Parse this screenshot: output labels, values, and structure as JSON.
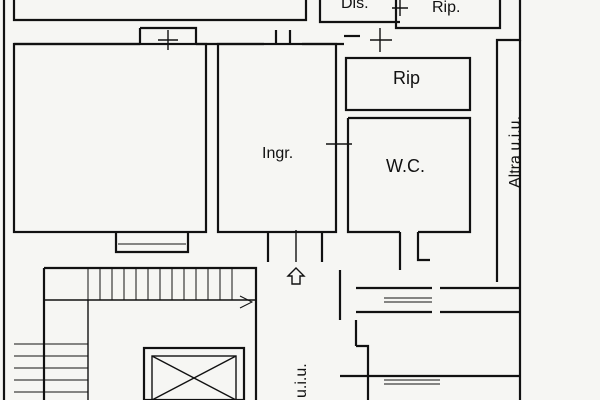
{
  "labels": {
    "dis": "Dis.",
    "rip_top": "Rip.",
    "rip": "Rip",
    "ingr": "Ingr.",
    "wc": "W.C.",
    "altra_uiu_right": "Altra u.i.u.",
    "uiu_bottom": "u.i.u."
  }
}
